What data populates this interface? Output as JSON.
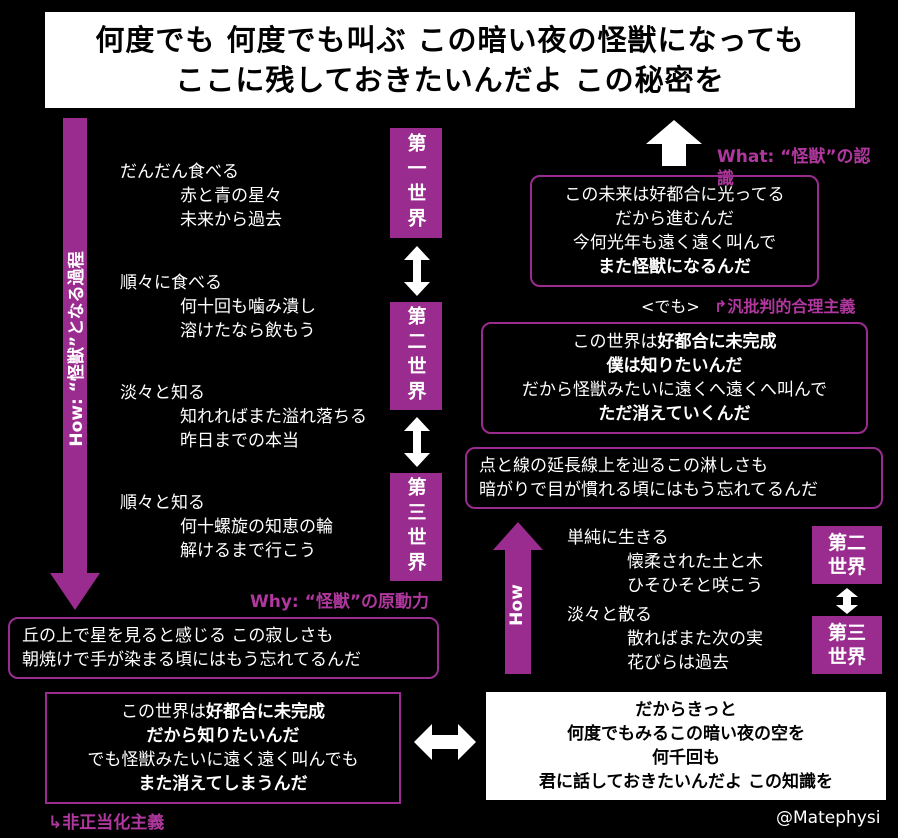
{
  "title": {
    "line1": "何度でも 何度でも叫ぶ この暗い夜の怪獣になっても",
    "line2": "ここに残しておきたいんだよ この秘密を"
  },
  "how_left_label": "How: “怪獣”となる過程",
  "why_label": "Why: “怪獣”の原動力",
  "what_label": "What: “怪獣”の認識",
  "stanzas_left": [
    {
      "l1": "だんだん食べる",
      "l2": "赤と青の星々",
      "l3": "未来から過去"
    },
    {
      "l1": "順々に食べる",
      "l2": "何十回も噛み潰し",
      "l3": "溶けたなら飲もう"
    },
    {
      "l1": "淡々と知る",
      "l2": "知れればまた溢れ落ちる",
      "l3": "昨日までの本当"
    },
    {
      "l1": "順々と知る",
      "l2": "何十螺旋の知恵の輪",
      "l3": "解けるまで行こう"
    }
  ],
  "worlds": {
    "w1": "第一世界",
    "w2": "第二世界",
    "w3": "第三世界",
    "w2_right": "第二\n世界",
    "w3_right": "第三\n世界"
  },
  "future_box": {
    "l1": "この未来は好都合に光ってる",
    "l2": "だから進むんだ",
    "l3": "今何光年も遠く遠く叫んで",
    "l4": "また怪獣になるんだ"
  },
  "demo_label": "<でも>",
  "critical_label": "↱汎批判的合理主義",
  "incomplete_box": {
    "l1a": "この世界は",
    "l1b": "好都合に未完成",
    "l2": "僕は知りたいんだ",
    "l3": "だから怪獣みたいに遠くへ遠くへ叫んで",
    "l4": "ただ消えていくんだ"
  },
  "dots_box": {
    "l1": "点と線の延長線上を辿るこの淋しさも",
    "l2": "暗がりで目が慣れる頃にはもう忘れてるんだ"
  },
  "how_right_label": "How",
  "right_stanzas": [
    {
      "l1": "単純に生きる",
      "l2": "懐柔された土と木",
      "l3": "ひそひそと咲こう"
    },
    {
      "l1": "淡々と散る",
      "l2": "散ればまた次の実",
      "l3": "花びらは過去"
    }
  ],
  "hill_box": {
    "l1": "丘の上で星を見ると感じる この寂しさも",
    "l2": "朝焼けで手が染まる頃にはもう忘れてるんだ"
  },
  "bottom_left_box": {
    "l1a": "この世界は",
    "l1b": "好都合に未完成",
    "l2": "だから知りたいんだ",
    "l3": "でも怪獣みたいに遠く遠く叫んでも",
    "l4": "また消えてしまうんだ"
  },
  "bottom_right_box": {
    "l1": "だからきっと",
    "l2": "何度でもみるこの暗い夜の空を",
    "l3": "何千回も",
    "l4": "君に話しておきたいんだよ この知識を"
  },
  "nonjust_label": "↳非正当化主義",
  "credit": "@Matephysi",
  "colors": {
    "accent": "#9b2c8f",
    "label": "#b0379e",
    "bg": "#000000"
  }
}
